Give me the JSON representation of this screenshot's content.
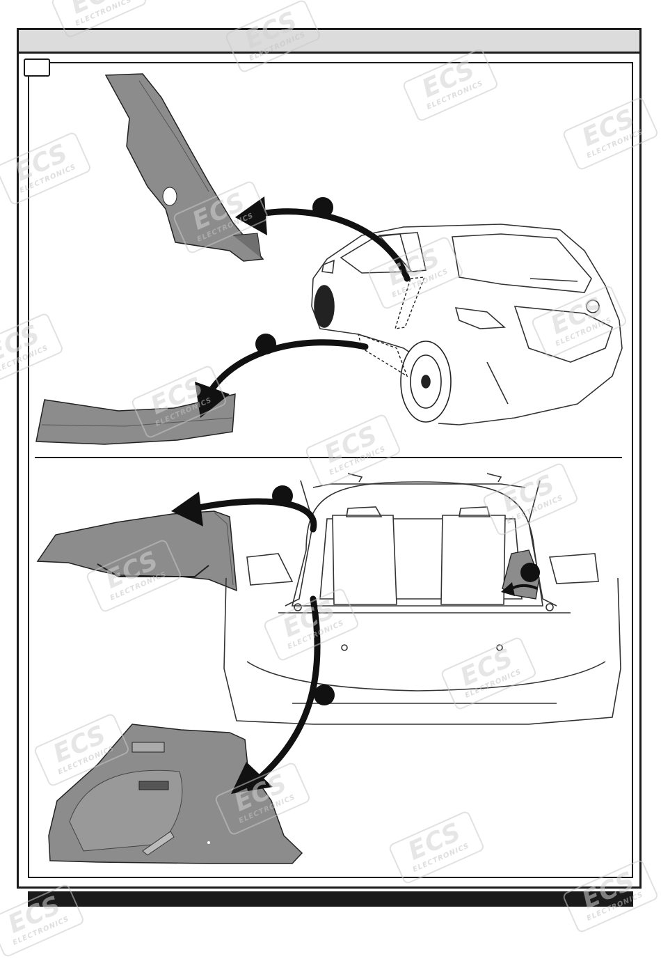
{
  "watermark": {
    "main": "ECS",
    "sub": "ELECTRONICS"
  },
  "colors": {
    "frame": "#1a1a1a",
    "header_band": "#dcdcdc",
    "trim_panel": "#8c8c8c",
    "arrow": "#111111",
    "car_line": "#333333",
    "watermark": "#d2d2d2"
  },
  "icons": {
    "arrows": "curved-arrow",
    "callouts": "black-circle-callout"
  }
}
